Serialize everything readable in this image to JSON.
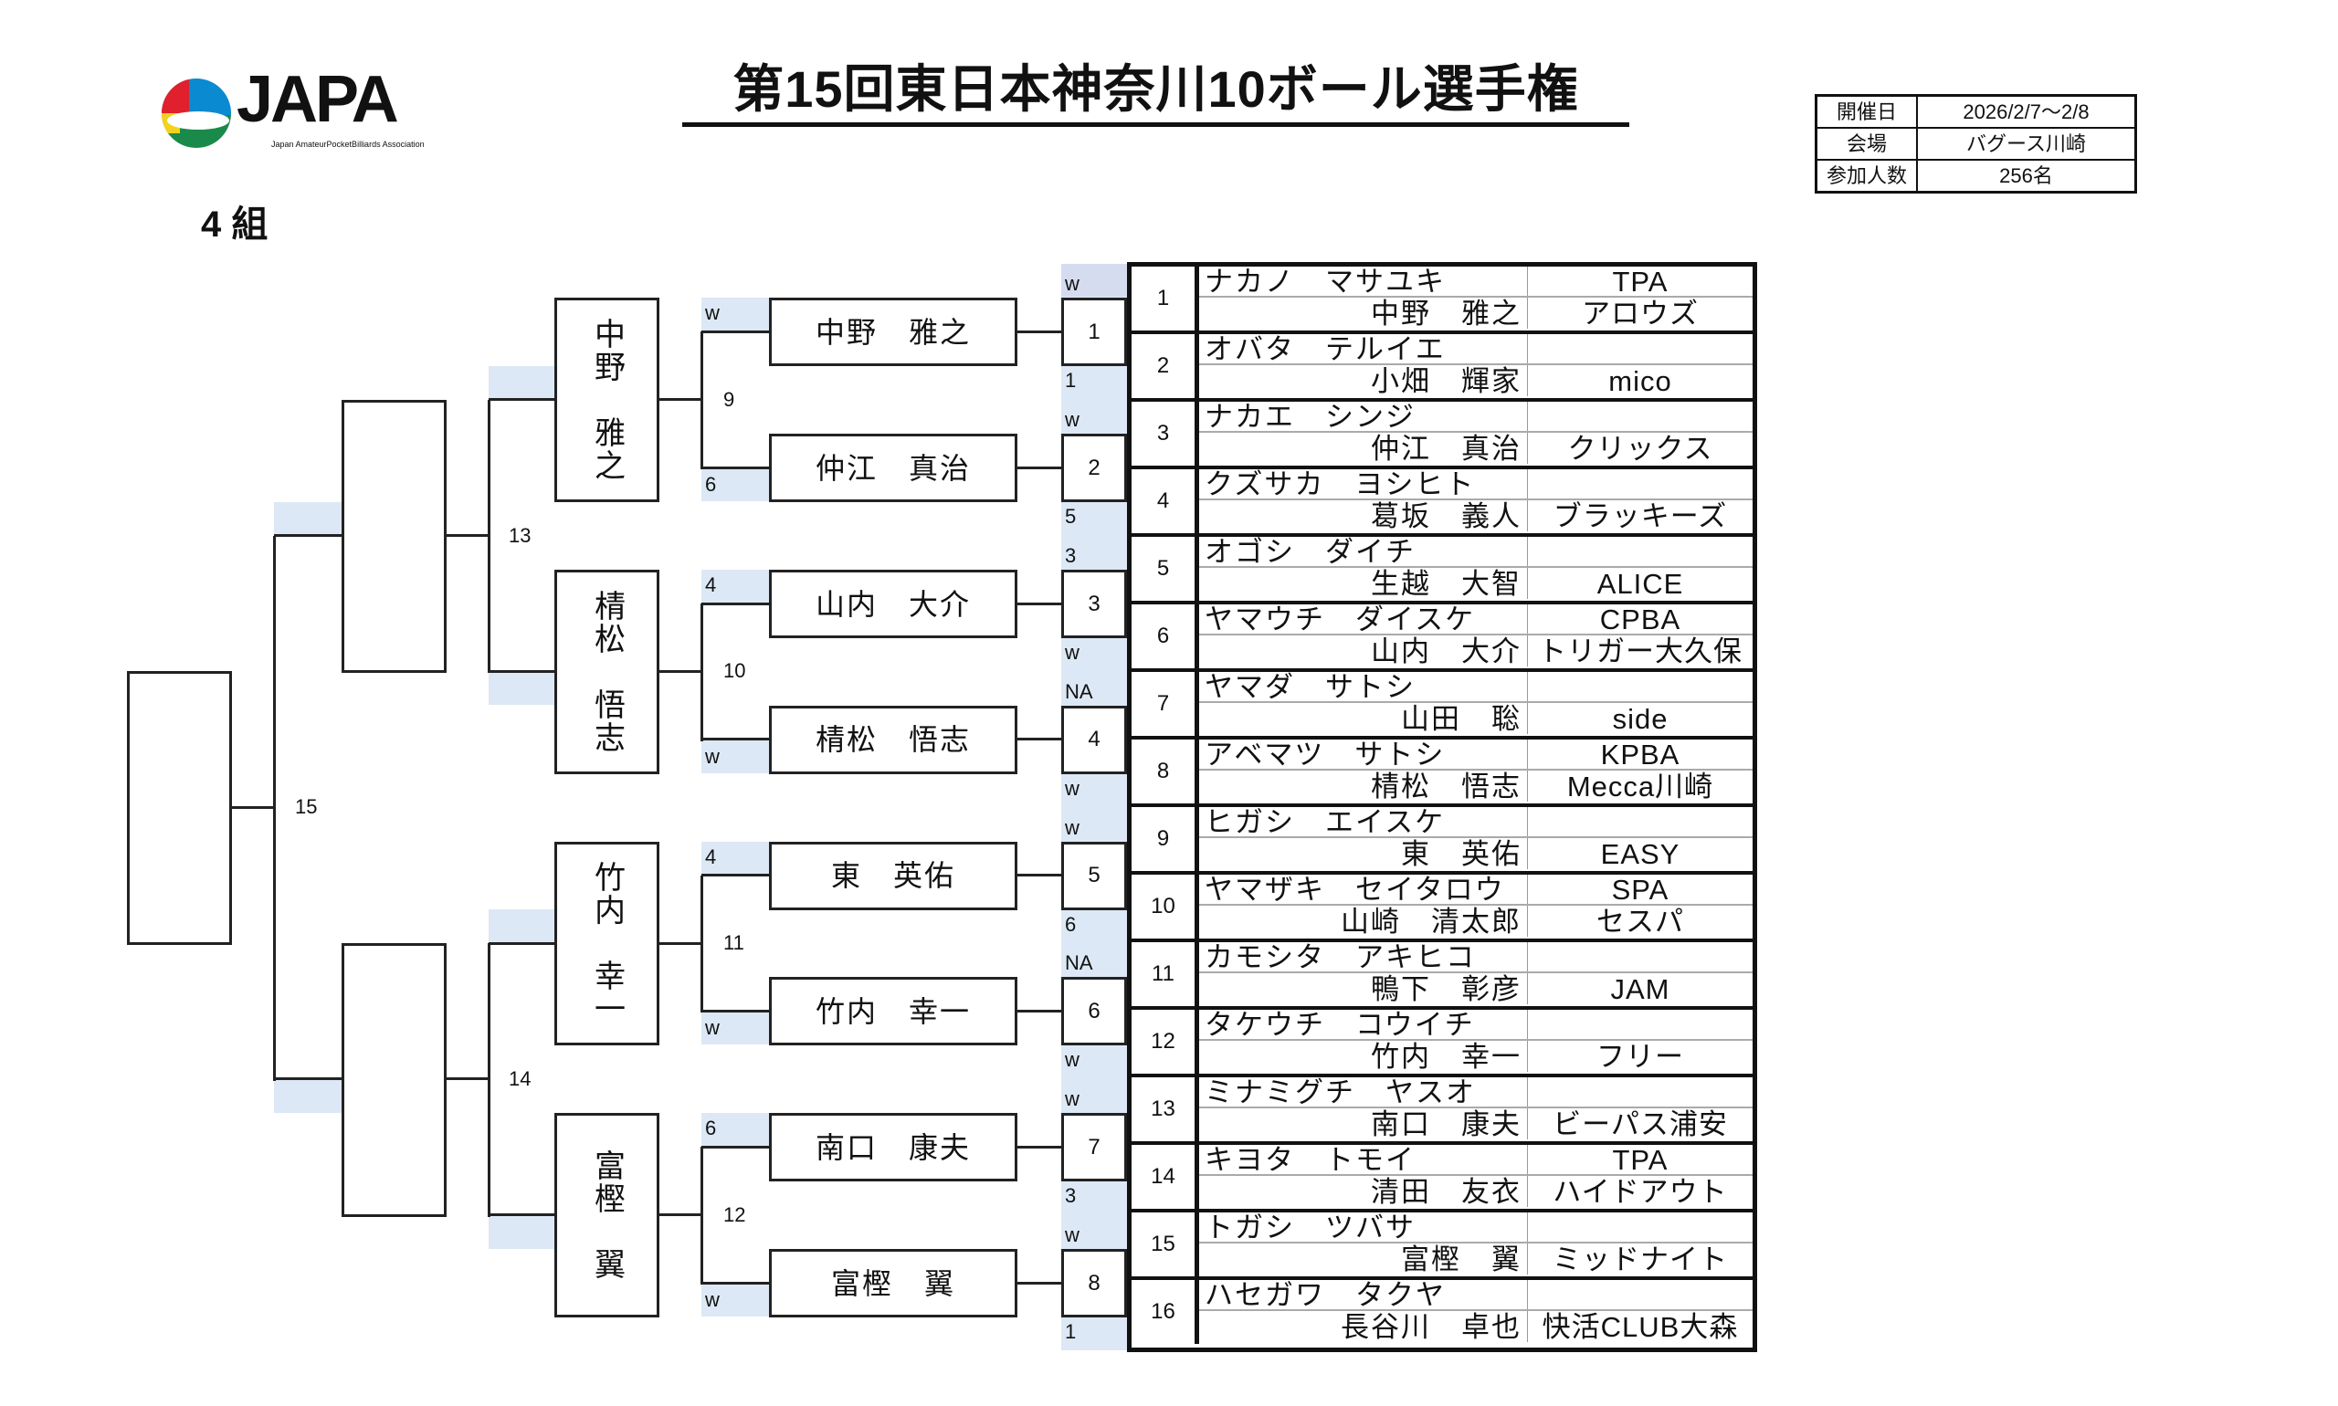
{
  "header": {
    "title": "第15回東日本神奈川10ボール選手権",
    "group": "4 組",
    "logo": {
      "text": "JAPA",
      "subtitle_line1": "Japan Amateur",
      "subtitle_line2": "PocketBilliards Association"
    }
  },
  "info": [
    {
      "label": "開催日",
      "value": "2026/2/7～2/8"
    },
    {
      "label": "会場",
      "value": "バグース川崎"
    },
    {
      "label": "参加人数",
      "value": "256名"
    }
  ],
  "colors": {
    "shade": "#dce8f5",
    "line": "#222222"
  },
  "bracket": {
    "seeds": [
      {
        "label": "1",
        "top": "w",
        "bottom": "1"
      },
      {
        "label": "2",
        "top": "w",
        "bottom": "5"
      },
      {
        "label": "3",
        "top": "3",
        "bottom": "w"
      },
      {
        "label": "4",
        "top": "NA",
        "bottom": "w"
      },
      {
        "label": "5",
        "top": "w",
        "bottom": "6"
      },
      {
        "label": "6",
        "top": "NA",
        "bottom": "w"
      },
      {
        "label": "7",
        "top": "w",
        "bottom": "3"
      },
      {
        "label": "8",
        "top": "w",
        "bottom": "1"
      }
    ],
    "round1_players": [
      "中野　雅之",
      "仲江　真治",
      "山内　大介",
      "棈松　悟志",
      "東　英佑",
      "竹内　幸一",
      "南口　康夫",
      "富樫　翼"
    ],
    "round1_scores": [
      [
        "w",
        "6"
      ],
      [
        "4",
        "w"
      ],
      [
        "4",
        "w"
      ],
      [
        "6",
        "w"
      ]
    ],
    "round1_matches": [
      "9",
      "10",
      "11",
      "12"
    ],
    "round2_players": [
      "中野　雅之",
      "棈松　悟志",
      "竹内　幸一",
      "富樫　翼"
    ],
    "round2_matches": [
      "13",
      "14"
    ],
    "round3_match": "15"
  },
  "entries": [
    {
      "num": "1",
      "kana": "ナカノ　マサユキ",
      "name": "中野　雅之",
      "team_top": "TPA",
      "team_bottom": "アロウズ"
    },
    {
      "num": "2",
      "kana": "オバタ　テルイエ",
      "name": "小畑　輝家",
      "team_top": "",
      "team_bottom": "mico"
    },
    {
      "num": "3",
      "kana": "ナカエ　シンジ",
      "name": "仲江　真治",
      "team_top": "",
      "team_bottom": "クリックス"
    },
    {
      "num": "4",
      "kana": "クズサカ　ヨシヒト",
      "name": "葛坂　義人",
      "team_top": "",
      "team_bottom": "ブラッキーズ"
    },
    {
      "num": "5",
      "kana": "オゴシ　ダイチ",
      "name": "生越　大智",
      "team_top": "",
      "team_bottom": "ALICE"
    },
    {
      "num": "6",
      "kana": "ヤマウチ　ダイスケ",
      "name": "山内　大介",
      "team_top": "CPBA",
      "team_bottom": "トリガー大久保"
    },
    {
      "num": "7",
      "kana": "ヤマダ　サトシ",
      "name": "山田　聡",
      "team_top": "",
      "team_bottom": "side"
    },
    {
      "num": "8",
      "kana": "アベマツ　サトシ",
      "name": "棈松　悟志",
      "team_top": "KPBA",
      "team_bottom": "Mecca川崎"
    },
    {
      "num": "9",
      "kana": "ヒガシ　エイスケ",
      "name": "東　英佑",
      "team_top": "",
      "team_bottom": "EASY"
    },
    {
      "num": "10",
      "kana": "ヤマザキ　セイタロウ",
      "name": "山崎　清太郎",
      "team_top": "SPA",
      "team_bottom": "セスパ"
    },
    {
      "num": "11",
      "kana": "カモシタ　アキヒコ",
      "name": "鴨下　彰彦",
      "team_top": "",
      "team_bottom": "JAM"
    },
    {
      "num": "12",
      "kana": "タケウチ　コウイチ",
      "name": "竹内　幸一",
      "team_top": "",
      "team_bottom": "フリー"
    },
    {
      "num": "13",
      "kana": "ミナミグチ　ヤスオ",
      "name": "南口　康夫",
      "team_top": "",
      "team_bottom": "ビーパス浦安"
    },
    {
      "num": "14",
      "kana": "キヨタ　トモイ",
      "name": "清田　友衣",
      "team_top": "TPA",
      "team_bottom": "ハイドアウト"
    },
    {
      "num": "15",
      "kana": "トガシ　ツバサ",
      "name": "富樫　翼",
      "team_top": "",
      "team_bottom": "ミッドナイト"
    },
    {
      "num": "16",
      "kana": "ハセガワ　タクヤ",
      "name": "長谷川　卓也",
      "team_top": "",
      "team_bottom": "快活CLUB大森"
    }
  ]
}
